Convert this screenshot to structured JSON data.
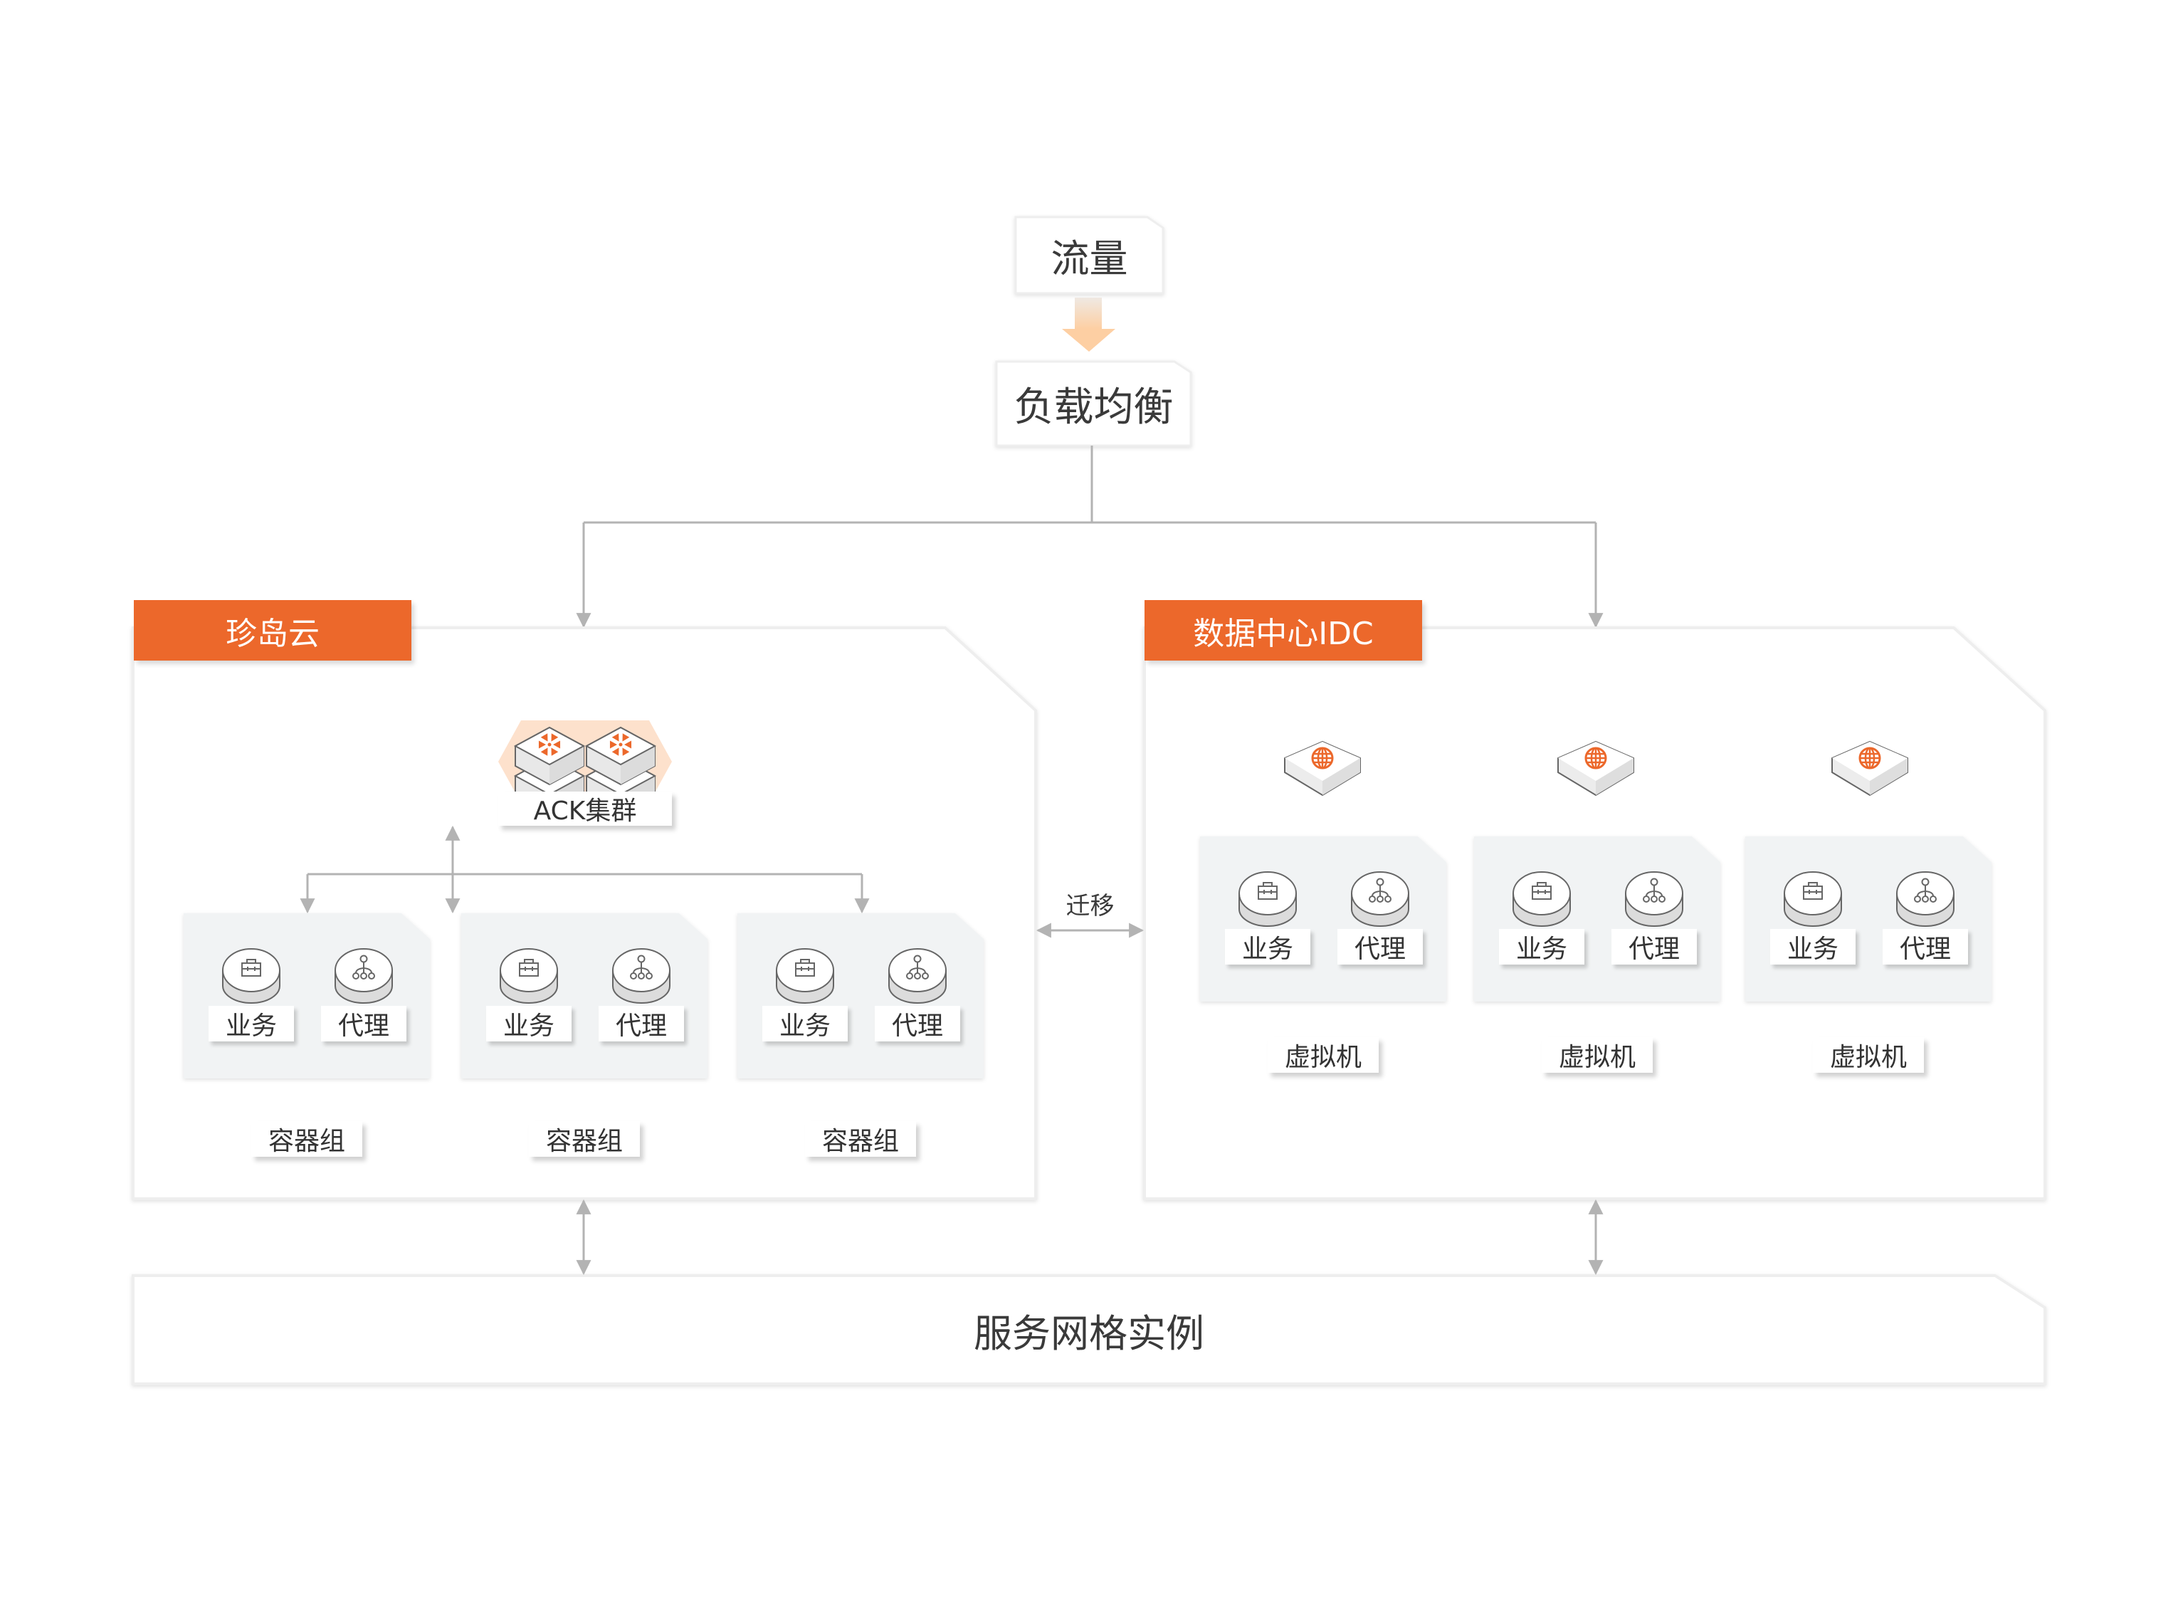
{
  "top": {
    "traffic_label": "流量",
    "load_balancer_label": "负载均衡"
  },
  "left_zone": {
    "title": "珍岛云",
    "cluster_label": "ACK集群",
    "groups": [
      {
        "label": "容器组",
        "components": [
          "业务",
          "代理"
        ]
      },
      {
        "label": "容器组",
        "components": [
          "业务",
          "代理"
        ]
      },
      {
        "label": "容器组",
        "components": [
          "业务",
          "代理"
        ]
      }
    ]
  },
  "right_zone": {
    "title": "数据中心IDC",
    "groups": [
      {
        "label": "虚拟机",
        "components": [
          "业务",
          "代理"
        ]
      },
      {
        "label": "虚拟机",
        "components": [
          "业务",
          "代理"
        ]
      },
      {
        "label": "虚拟机",
        "components": [
          "业务",
          "代理"
        ]
      }
    ]
  },
  "migration_label": "迁移",
  "mesh_label": "服务网格实例",
  "icons": {
    "business": "briefcase-icon",
    "proxy": "network-tree-icon",
    "cluster": "kubernetes-helm-icon",
    "server": "globe-icon"
  },
  "colors": {
    "accent": "#ec682b",
    "arrow": "#b3b3b3",
    "container_bg": "#f1f3f4",
    "traffic_arrow": "#fdcfa3"
  }
}
